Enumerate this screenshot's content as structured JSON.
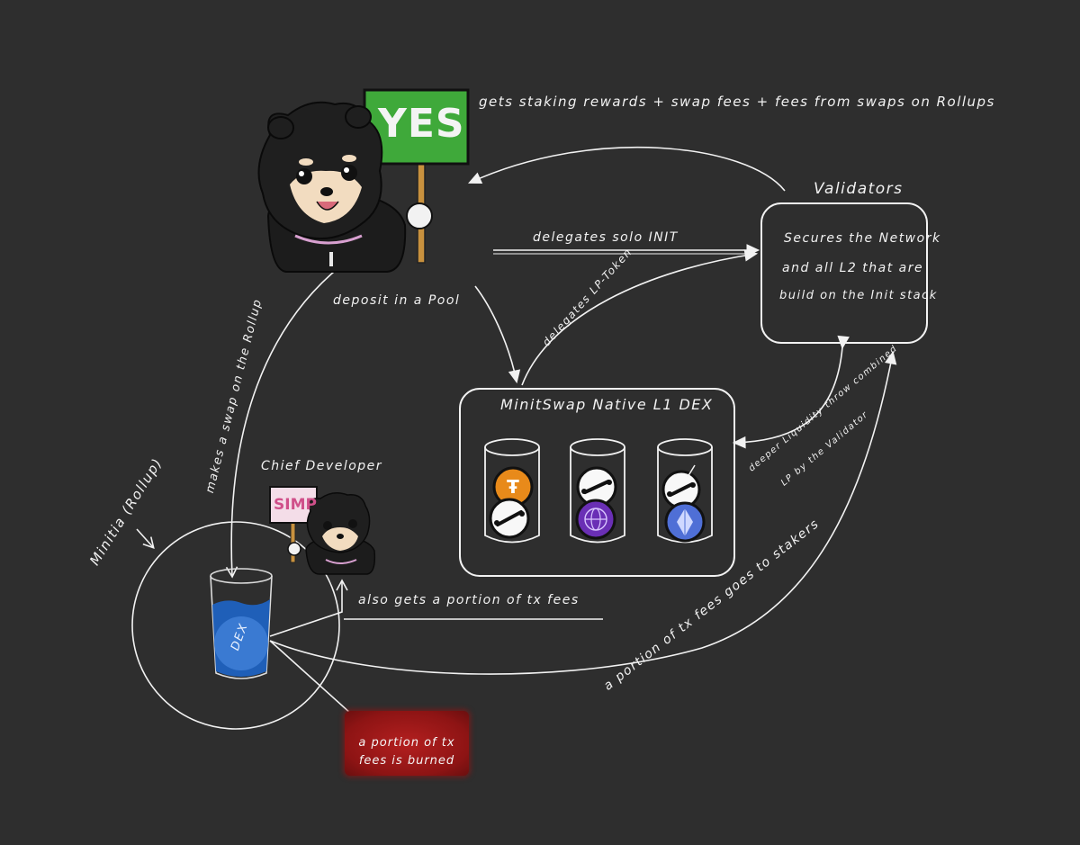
{
  "labels": {
    "top_rewards": "gets staking rewards + swap fees + fees from swaps on Rollups",
    "validators_title": "Validators",
    "validators_line1": "Secures the Network",
    "validators_line2": "and all L2 that are",
    "validators_line3": "build on the Init stack",
    "delegates_init": "delegates solo INIT",
    "delegates_lp": "delegates LP-Token",
    "deposit_pool": "deposit in a Pool",
    "dex_title": "MinitSwap Native L1 DEX",
    "deeper_liquidity_1": "deeper Liquidity throw combined",
    "deeper_liquidity_2": "LP by the Validator",
    "makes_swap": "makes a swap on the Rollup",
    "minitia": "Minitia (Rollup)",
    "chief_dev": "Chief Developer",
    "also_gets": "also gets a portion of tx fees",
    "stakers": "a portion of tx fees goes to stakers",
    "burn_line1": "a portion of tx",
    "burn_line2": "fees is burned",
    "dex_glass": "DEX",
    "yes_sign": "YES",
    "simp_sign": "SIMP"
  },
  "colors": {
    "background": "#2e2e2e",
    "stroke": "#f2f2f2",
    "yes_sign": "#3fa93a",
    "simp_sign": "#f4dde8",
    "dex_liquid": "#1f5fb8",
    "burn_box": "#a81b1b",
    "token_orange": "#e88a1a",
    "token_purple": "#6a2fb5",
    "token_blue": "#4f6fd6"
  },
  "icons": {
    "bear_large": "bear-holding-yes-sign",
    "bear_small": "bear-holding-simp-sign",
    "pool_tokens": [
      "orange-token-icon",
      "init-bone-icon",
      "purple-globe-token-icon",
      "eth-diamond-token-icon"
    ]
  }
}
